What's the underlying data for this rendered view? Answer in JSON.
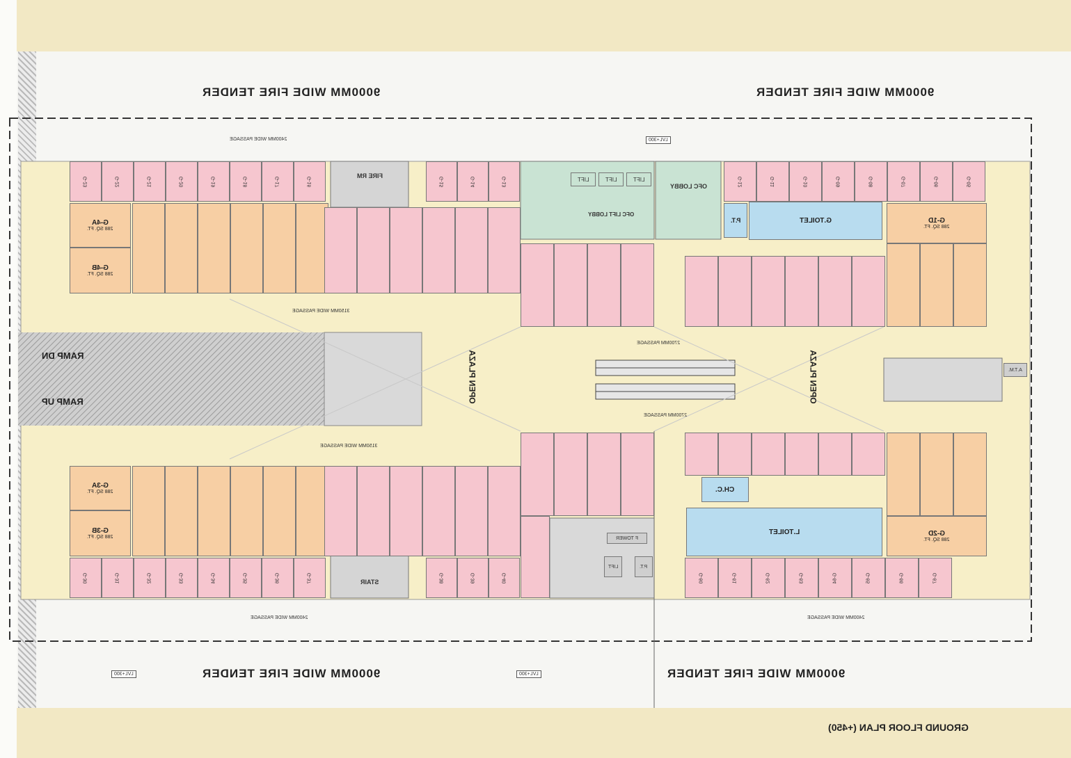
{
  "title": "GROUND FLOOR PLAN (+450)",
  "fire_tender_label": "9000MM WIDE FIRE TENDER",
  "passages": {
    "p2400": "2400MM WIDE PASSAGE",
    "p3150": "3150MM WIDE PASSAGE",
    "p2700": "2700MM PASSAGE"
  },
  "open_plaza": "OPEN PLAZA",
  "ramp_down": "RAMP DN",
  "ramp_up": "RAMP UP",
  "lvl_300": "LVL+300",
  "rooms": {
    "fire_rm": "FIRE RM",
    "lift": "LIFT",
    "ofc_lift_lobby": "OFC LIFT LOBBY",
    "ofc_lobby": "OFC LOBBY",
    "g_toilet": "G.TOILET",
    "l_toilet": "L.TOILET",
    "chc": "CH.C.",
    "atm": "A.T.M.",
    "pt": "P.T.",
    "f_tower": "F TOWER",
    "stair": "STAIR"
  },
  "units_orange": {
    "g4a": "G-4A",
    "g4b": "G-4B",
    "g3a": "G-3A",
    "g3b": "G-3B",
    "g1d": "G-1D",
    "g2d": "G-2D",
    "area_288": "288 SQ. FT."
  },
  "units_pink_top_left": [
    "G-23",
    "G-22",
    "G-21",
    "G-20",
    "G-19",
    "G-18",
    "G-17",
    "G-16"
  ],
  "units_pink_top_mid": [
    "G-15",
    "G-14",
    "G-13"
  ],
  "units_pink_top_right": [
    "G-12",
    "G-11",
    "G-10",
    "G-09",
    "G-08",
    "G-07",
    "G-06",
    "G-05"
  ],
  "units_pink_bot_left": [
    "G-30",
    "G-31",
    "G-32",
    "G-33",
    "G-34",
    "G-35",
    "G-36",
    "G-37"
  ],
  "units_pink_bot_mid": [
    "G-38",
    "G-39",
    "G-40"
  ],
  "units_pink_bot_right": [
    "G-60",
    "G-61",
    "G-62",
    "G-63",
    "G-64",
    "G-65",
    "G-66",
    "G-67"
  ],
  "unit_area": "S.Q. FT."
}
